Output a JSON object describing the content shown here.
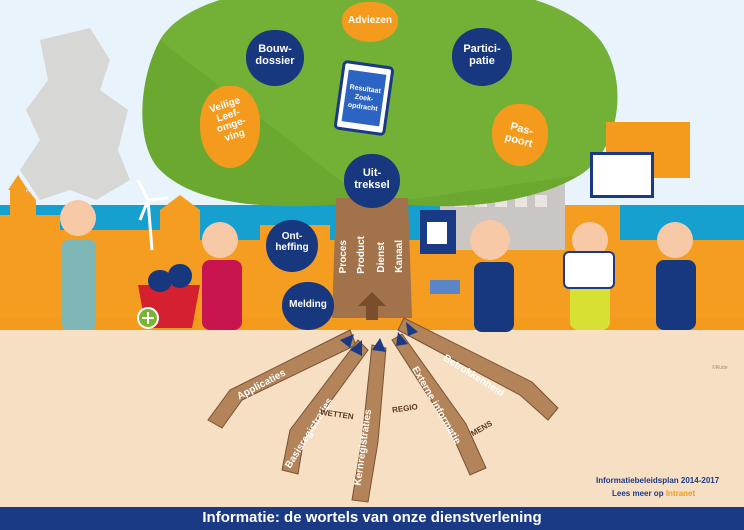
{
  "poster": {
    "footer_title": "Informatie: de wortels van onze dienstverlening",
    "plan_title": "Informatiebeleidsplan 2014-2017",
    "link_prefix": "Lees meer op ",
    "link_target": "Intranet",
    "credit": "©Rutte"
  },
  "canopy": {
    "fruits": {
      "adviezen": "Adviezen",
      "bouwdossier_1": "Bouw-",
      "bouwdossier_2": "dossier",
      "participatie_1": "Partici-",
      "participatie_2": "patie",
      "leefomgeving_1": "Veilige",
      "leefomgeving_2": "Leef-",
      "leefomgeving_3": "omge-",
      "leefomgeving_4": "ving",
      "paspoort_1": "Pas-",
      "paspoort_2": "poort",
      "uittreksel_1": "Uit-",
      "uittreksel_2": "treksel",
      "ontheffing_1": "Ont-",
      "ontheffing_2": "heffing",
      "melding": "Melding"
    },
    "tablet": {
      "line1": "Resultaat",
      "line2": "Zoek-",
      "line3": "opdracht"
    }
  },
  "trunk": {
    "words": [
      "Proces",
      "Product",
      "Dienst",
      "Kanaal"
    ]
  },
  "roots": {
    "applicaties": "Applicaties",
    "basisregistraties": "Basisregistraties",
    "kernregistraties": "Kernregistraties",
    "externe_informatie": "Externe informatie",
    "betrokkenheid": "Betrokkenheid"
  },
  "soil_words": {
    "wetten": "WETTEN",
    "regio": "REGIO",
    "mens": "MENS"
  },
  "colors": {
    "sky": "#e8f3fb",
    "soil": "#f6dfc2",
    "canopy": "#6aa830",
    "trunk": "#a2724a",
    "navy": "#1b3a86",
    "orange": "#f49a1c",
    "ground_strip": "#f49a1c"
  }
}
